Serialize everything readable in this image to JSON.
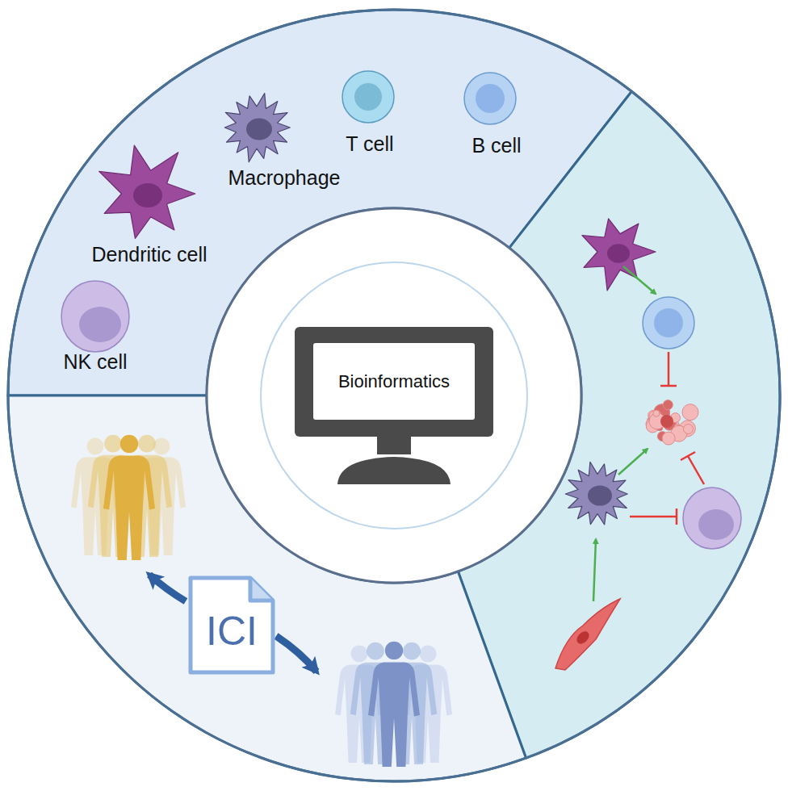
{
  "diagram": {
    "nodes": [
      {
        "text": [
          "Bioinformatics"
        ]
      },
      {
        "text": [
          "ICI"
        ]
      }
    ],
    "labels": [
      "T cell",
      "B cell",
      "Macrophage",
      "Dendritic cell",
      "NK cell"
    ]
  }
}
